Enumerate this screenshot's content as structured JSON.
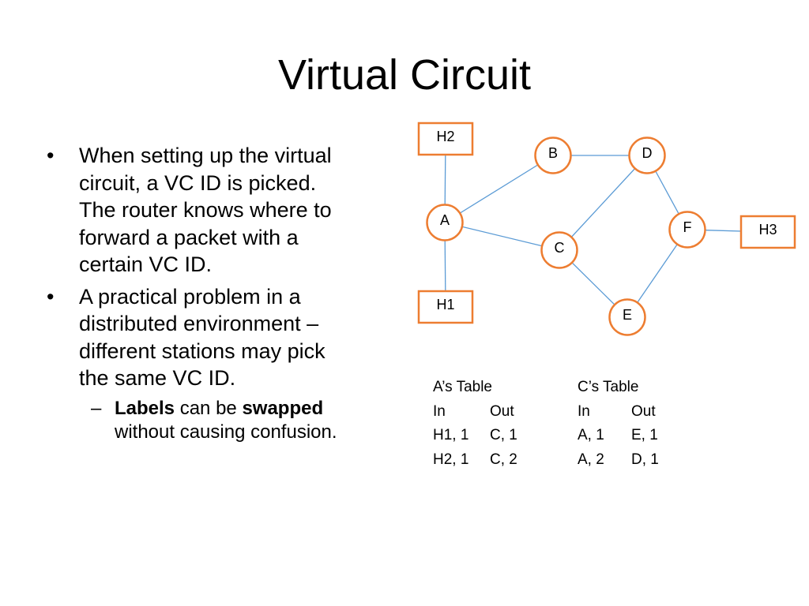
{
  "title": "Virtual Circuit",
  "bullets": [
    {
      "text": "When setting up the virtual circuit, a VC ID is picked. The router knows where to forward a packet with a certain VC ID."
    },
    {
      "text": "A practical problem in a distributed environment – different stations may pick the same VC ID."
    }
  ],
  "sub_bullet": {
    "mark": "–",
    "part1_bold": "Labels",
    "part2": " can be ",
    "part3_bold": "swapped",
    "part4": " without causing confusion."
  },
  "bullet_mark": "•",
  "diagram": {
    "colors": {
      "node_border": "#ED7D31",
      "edge": "#5B9BD5"
    },
    "routers": [
      "A",
      "B",
      "C",
      "D",
      "E",
      "F"
    ],
    "hosts": [
      "H1",
      "H2",
      "H3"
    ],
    "links": [
      [
        "H2",
        "A"
      ],
      [
        "A",
        "H1"
      ],
      [
        "A",
        "B"
      ],
      [
        "A",
        "C"
      ],
      [
        "B",
        "D"
      ],
      [
        "D",
        "C"
      ],
      [
        "D",
        "F"
      ],
      [
        "C",
        "E"
      ],
      [
        "E",
        "F"
      ],
      [
        "F",
        "H3"
      ]
    ]
  },
  "tables": {
    "a_table": {
      "title": "A’s Table",
      "headers": [
        "In",
        "Out"
      ],
      "rows": [
        [
          "H1, 1",
          "C, 1"
        ],
        [
          "H2, 1",
          "C, 2"
        ]
      ]
    },
    "c_table": {
      "title": "C’s Table",
      "headers": [
        "In",
        "Out"
      ],
      "rows": [
        [
          "A, 1",
          "E, 1"
        ],
        [
          "A, 2",
          "D, 1"
        ]
      ]
    }
  }
}
